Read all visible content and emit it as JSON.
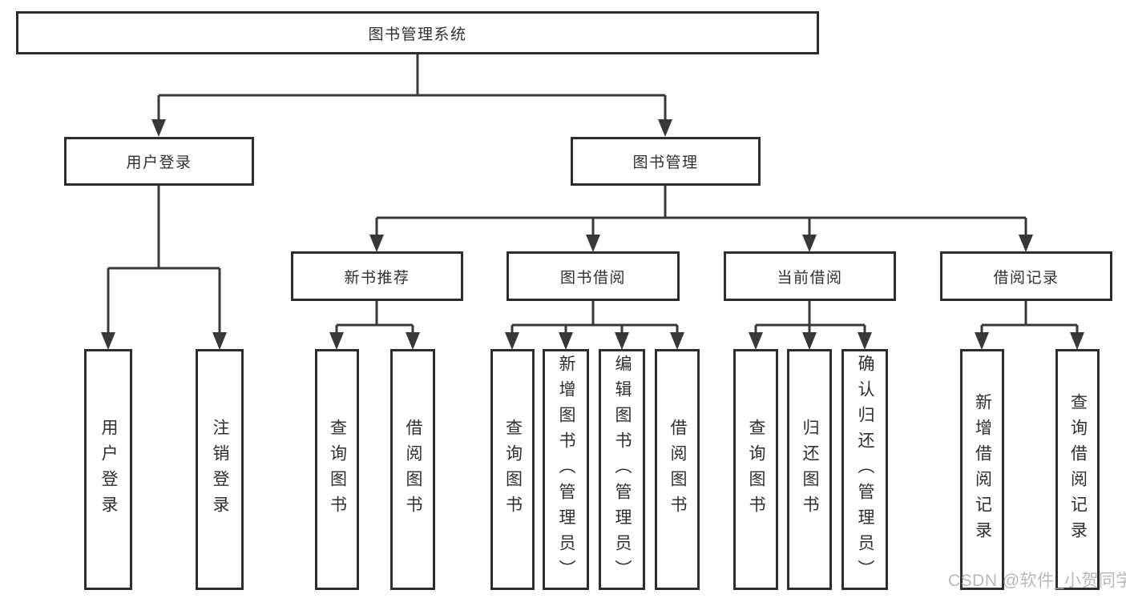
{
  "tree": {
    "root": "图书管理系统",
    "level2": [
      "用户登录",
      "图书管理"
    ],
    "level3": [
      "新书推荐",
      "图书借阅",
      "当前借阅",
      "借阅记录"
    ],
    "leaves": {
      "user_login": [
        "用户登录",
        "注销登录"
      ],
      "new_book_recommend": [
        "查询图书",
        "借阅图书"
      ],
      "book_borrow": [
        "查询图书",
        "新增图书（管理员）",
        "编辑图书（管理员）",
        "借阅图书"
      ],
      "current_borrow": [
        "查询图书",
        "归还图书",
        "确认归还（管理员）"
      ],
      "borrow_records": [
        "新增借阅记录",
        "查询借阅记录"
      ]
    }
  },
  "watermark": "CSDN @软件_小贺同学",
  "colors": {
    "line": "#383838",
    "box_border": "#2d2d2d",
    "text": "#2f2f2f",
    "background": "#ffffff",
    "watermark": "#b3b3b3"
  }
}
